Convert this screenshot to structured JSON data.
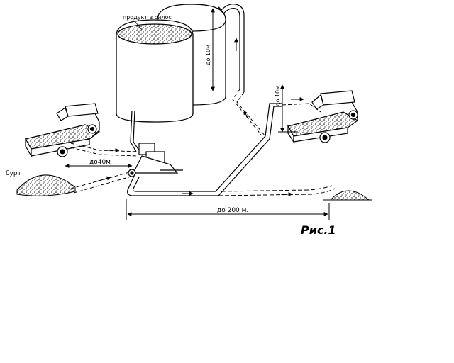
{
  "diagram": {
    "labels": {
      "silo_top": "продукт в силос",
      "silo_height": "до 10м",
      "truck_height": "до 10м",
      "pile": "бурт",
      "dist_truck": "до40м",
      "dist_main": "до 200 м.",
      "figure": "Рис.1"
    },
    "colors": {
      "ink": "#000000",
      "background": "#ffffff"
    }
  }
}
